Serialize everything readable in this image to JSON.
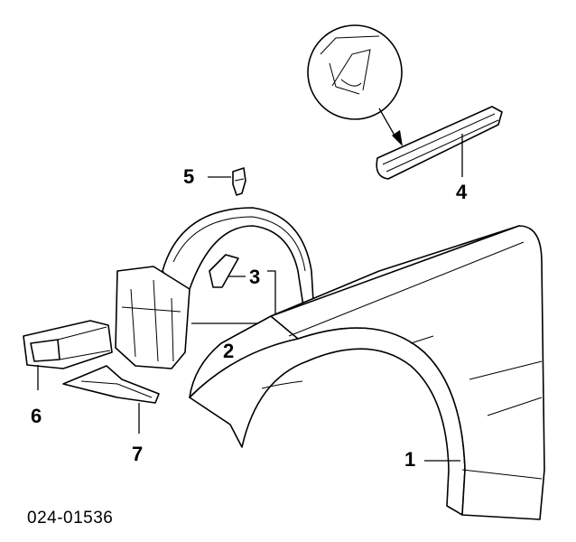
{
  "diagram_code": "024-01536",
  "callouts": {
    "c1": "1",
    "c2": "2",
    "c3": "3",
    "c4": "4",
    "c5": "5",
    "c6": "6",
    "c7": "7"
  },
  "colors": {
    "line": "#000000",
    "background": "#ffffff"
  }
}
